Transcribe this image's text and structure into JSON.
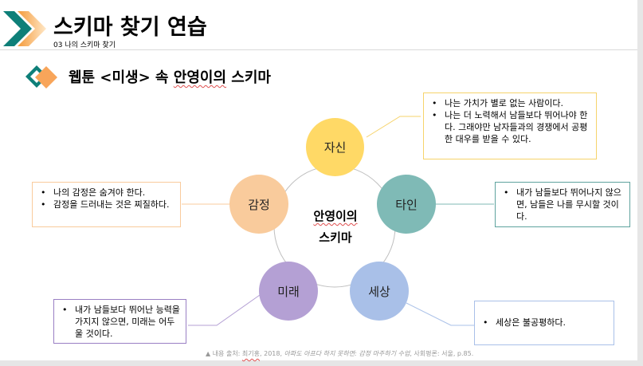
{
  "header": {
    "title": "스키마 찾기 연습",
    "subtitle": "03 나의 스키마 찾기"
  },
  "section": {
    "title_prefix": "웹툰 <미생> 속 ",
    "title_emph": "안영이의",
    "title_suffix": " 스키마"
  },
  "diagram": {
    "center": {
      "line1": "안영이의",
      "line2": "스키마"
    },
    "nodes": {
      "self": {
        "label": "자신",
        "color": "#ffd966"
      },
      "others": {
        "label": "타인",
        "color": "#7fbab6"
      },
      "world": {
        "label": "세상",
        "color": "#a9c0e8"
      },
      "future": {
        "label": "미래",
        "color": "#b4a0d4"
      },
      "emotion": {
        "label": "감정",
        "color": "#f9cb9c"
      }
    },
    "boxes": {
      "self": [
        "나는 가치가 별로 없는 사람이다.",
        "나는 더 노력해서 남들보다 뛰어나야 한다. 그래야만 남자들과의 경쟁에서 공평한 대우를 받을 수 있다."
      ],
      "others": [
        "내가 남들보다 뛰어나지 않으면, 남들은 나를 무시할 것이다."
      ],
      "world": [
        "세상은 불공평하다."
      ],
      "future": [
        "내가 남들보다 뛰어난 능력을 가지지 않으면, 미래는 어두울 것이다."
      ],
      "emotion": [
        "나의 감정은 숨겨야 한다.",
        "감정을 드러내는 것은 찌질하다."
      ]
    }
  },
  "footer": {
    "prefix": "▲ 내용 출처: ",
    "author": "최기홍",
    "year": ", 2018, ",
    "book": "아파도 아프다 하지 못하면: 감정 마주하기 수업",
    "publisher": ", 사회평론: 서울, p.85."
  },
  "colors": {
    "teal": "#0e7f78",
    "orange": "#f8b060",
    "circle_outline": "#bfbfbf"
  }
}
